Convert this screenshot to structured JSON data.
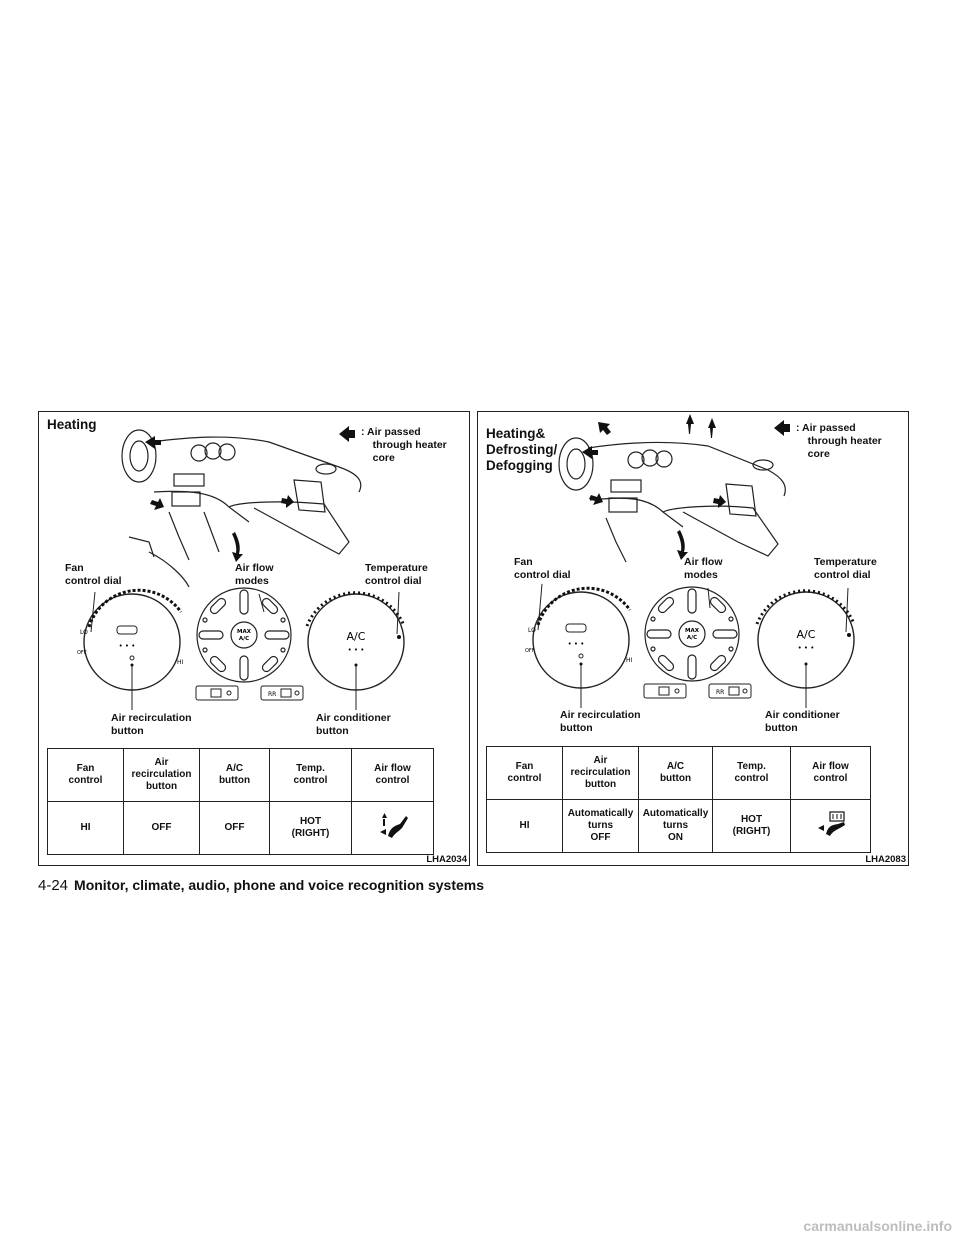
{
  "left": {
    "title": "Heating",
    "legend": ": Air passed\n    through heater\n    core",
    "callouts": {
      "fan": "Fan\ncontrol dial",
      "airflow": "Air flow\nmodes",
      "temp": "Temperature\ncontrol dial",
      "recirc": "Air recirculation\nbutton",
      "ac": "Air conditioner\nbutton"
    },
    "table": {
      "headers": [
        "Fan\ncontrol",
        "Air\nrecirculation\nbutton",
        "A/C\nbutton",
        "Temp.\ncontrol",
        "Air flow\ncontrol"
      ],
      "row": [
        "HI",
        "OFF",
        "OFF",
        "HOT\n(RIGHT)",
        ""
      ]
    },
    "dial_labels": {
      "lo": "LO",
      "off": "OFF",
      "hi": "HI",
      "ac": "A/C",
      "max": "MAX",
      "max_ac": "A/C",
      "rr": "RR"
    },
    "code": "LHA2034"
  },
  "right": {
    "title": "Heating&\nDefrosting/\nDefogging",
    "legend": ": Air passed\n    through heater\n    core",
    "callouts": {
      "fan": "Fan\ncontrol dial",
      "airflow": "Air flow\nmodes",
      "temp": "Temperature\ncontrol dial",
      "recirc": "Air recirculation\nbutton",
      "ac": "Air conditioner\nbutton"
    },
    "table": {
      "headers": [
        "Fan\ncontrol",
        "Air\nrecirculation\nbutton",
        "A/C\nbutton",
        "Temp.\ncontrol",
        "Air flow\ncontrol"
      ],
      "row": [
        "HI",
        "Automatically\nturns\nOFF",
        "Automatically\nturns\nON",
        "HOT\n(RIGHT)",
        ""
      ]
    },
    "dial_labels": {
      "lo": "LO",
      "off": "OFF",
      "hi": "HI",
      "ac": "A/C",
      "max": "MAX",
      "max_ac": "A/C",
      "rr": "RR"
    },
    "code": "LHA2083"
  },
  "footer": {
    "page": "4-24",
    "section": "Monitor, climate, audio, phone and voice recognition systems"
  },
  "watermark": "carmanualsonline.info"
}
